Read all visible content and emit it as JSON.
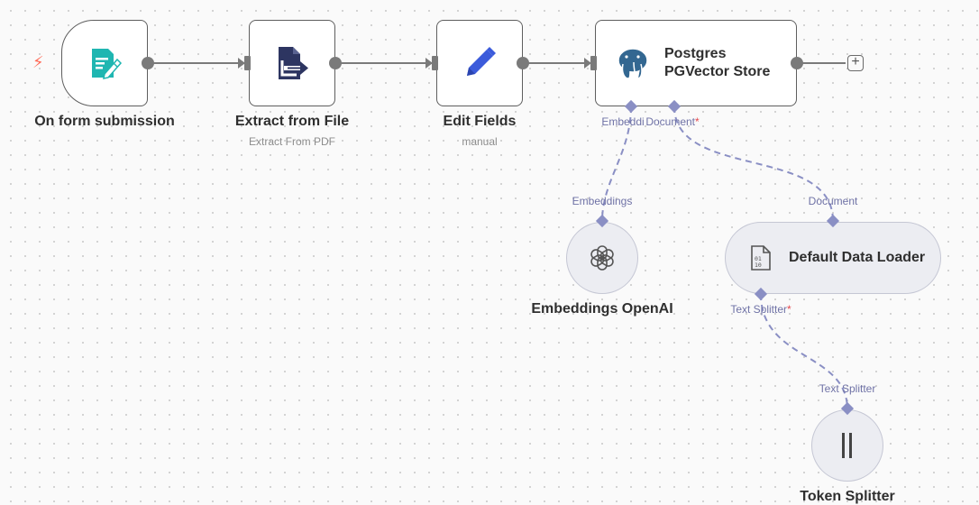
{
  "canvas": {
    "trigger_glyph": "⚡",
    "add_node_glyph": "+"
  },
  "nodes": {
    "form_trigger": {
      "title": "On form submission",
      "subtitle": "",
      "icon": "form-document-pen-icon",
      "accent": "#1fb6b1"
    },
    "extract_file": {
      "title": "Extract from File",
      "subtitle": "Extract From PDF",
      "icon": "file-export-icon",
      "accent": "#2d3561"
    },
    "edit_fields": {
      "title": "Edit Fields",
      "subtitle": "manual",
      "icon": "pencil-icon",
      "accent": "#3b5bdb"
    },
    "pgvector": {
      "title_line1": "Postgres",
      "title_line2": "PGVector Store",
      "icon": "postgres-elephant-icon",
      "accent": "#336791"
    },
    "embeddings_openai": {
      "title": "Embeddings OpenAI",
      "icon": "openai-icon"
    },
    "data_loader": {
      "title": "Default Data Loader",
      "icon": "binary-file-icon"
    },
    "token_splitter": {
      "title": "Token Splitter",
      "icon": "token-splitter-icon"
    }
  },
  "ports": {
    "pg_embedding_label": "Embeddi",
    "pg_document_label": "Document",
    "pg_document_required": "*",
    "emb_out_label": "Embeddings",
    "loader_doc_label": "Document",
    "loader_splitter_label": "Text Splitter",
    "loader_splitter_required": "*",
    "splitter_out_label": "Text Splitter"
  },
  "colors": {
    "connection": "#7a7a7a",
    "sub_connection": "#8a8fc4",
    "required": "#e5484d",
    "trigger": "#ff6d5a"
  }
}
